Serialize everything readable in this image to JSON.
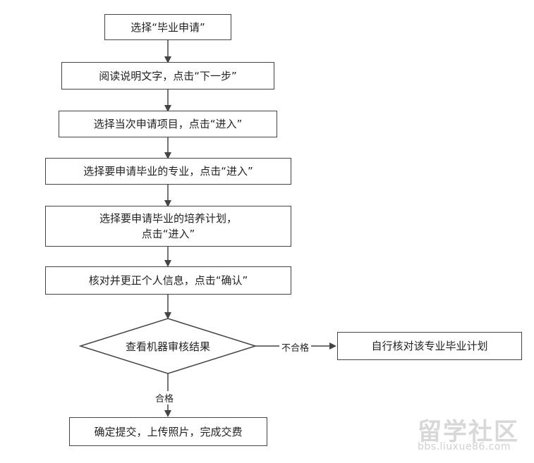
{
  "steps": {
    "s1": "选择“毕业申请”",
    "s2": "阅读说明文字，点击“下一步”",
    "s3": "选择当次申请项目，点击“进入”",
    "s4": "选择要申请毕业的专业，点击“进入”",
    "s5_line1": "选择要申请毕业的培养计划，",
    "s5_line2": "点击“进入”",
    "s6": "核对并更正个人信息，点击“确认”",
    "decision": "查看机器审核结果",
    "fail_action": "自行核对该专业毕业计划",
    "final": "确定提交，上传照片，完成交费"
  },
  "edges": {
    "fail_label": "不合格",
    "pass_label": "合格"
  },
  "watermark": {
    "logo_text": "留学社区",
    "url": "bbs.liuxue86.com"
  }
}
